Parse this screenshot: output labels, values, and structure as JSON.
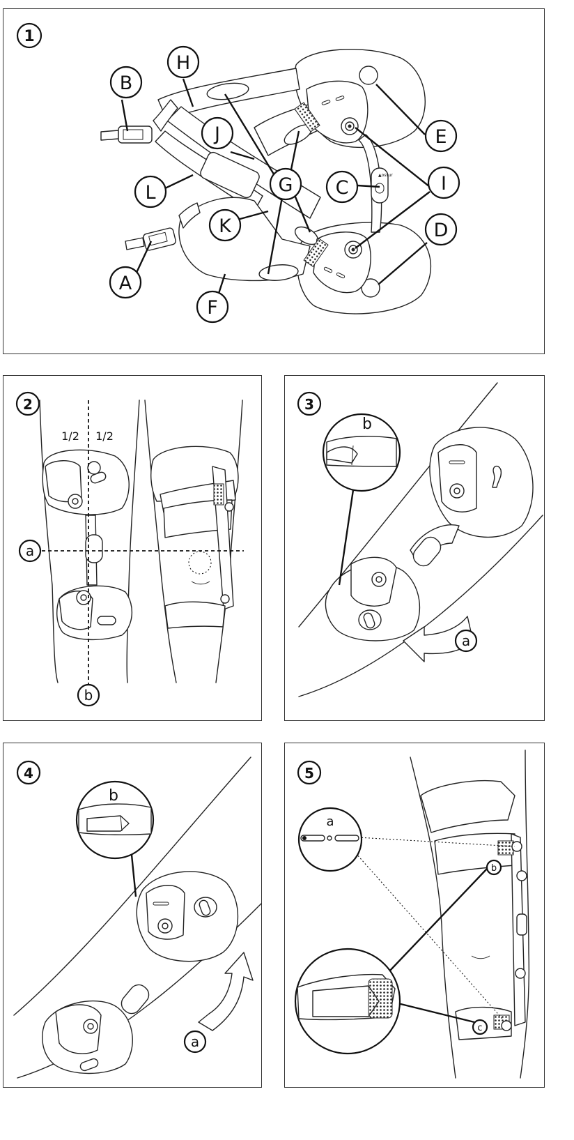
{
  "steps": {
    "s1": "1",
    "s2": "2",
    "s3": "3",
    "s4": "4",
    "s5": "5"
  },
  "parts": {
    "A": "A",
    "B": "B",
    "C": "C",
    "D": "D",
    "E": "E",
    "F": "F",
    "G": "G",
    "H": "H",
    "I": "I",
    "J": "J",
    "K": "K",
    "L": "L"
  },
  "panel2": {
    "half_left": "1/2",
    "half_right": "1/2",
    "label_a": "a",
    "label_b": "b"
  },
  "panel3": {
    "label_a": "a",
    "label_b": "b"
  },
  "panel4": {
    "label_a": "a",
    "label_b": "b"
  },
  "panel5": {
    "label_a": "a",
    "label_b": "b",
    "label_c": "c"
  }
}
